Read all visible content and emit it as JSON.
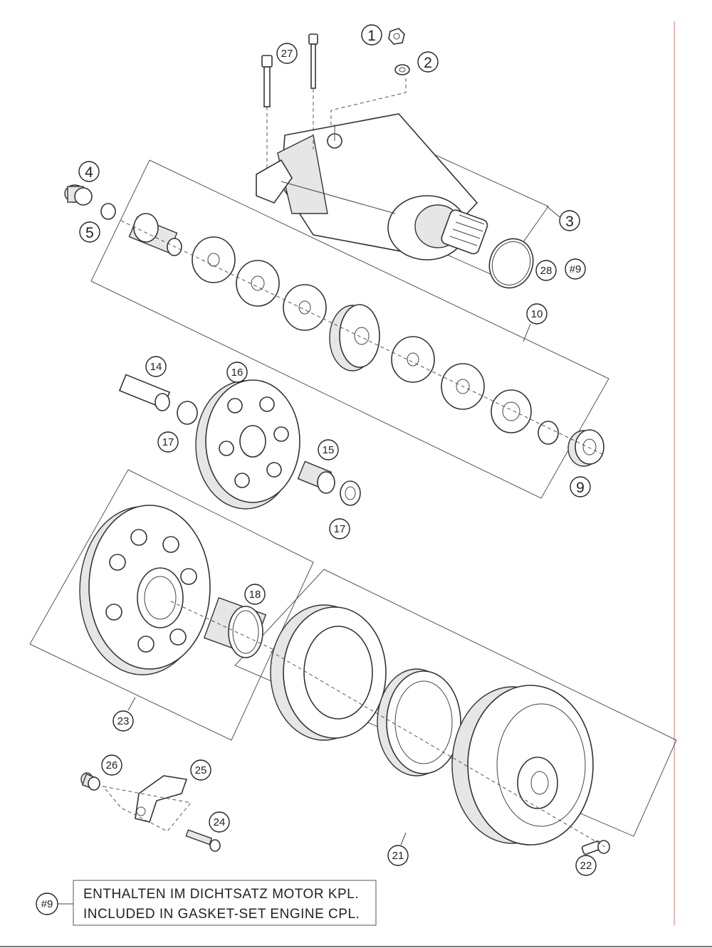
{
  "callouts": {
    "c1": "1",
    "c2": "2",
    "c3": "3",
    "c4": "4",
    "c5": "5",
    "c9": "9",
    "c10": "10",
    "c14": "14",
    "c15": "15",
    "c16": "16",
    "c17a": "17",
    "c17b": "17",
    "c18": "18",
    "c21": "21",
    "c22": "22",
    "c23": "23",
    "c24": "24",
    "c25": "25",
    "c26": "26",
    "c27": "27",
    "c28": "28",
    "c9hash": "#9"
  },
  "legend": {
    "marker": "#9",
    "line1": "ENTHALTEN IM DICHTSATZ MOTOR KPL.",
    "line2": "INCLUDED IN GASKET-SET ENGINE CPL."
  },
  "colors": {
    "line": "#333333",
    "border_accent": "#f2b8b8"
  }
}
